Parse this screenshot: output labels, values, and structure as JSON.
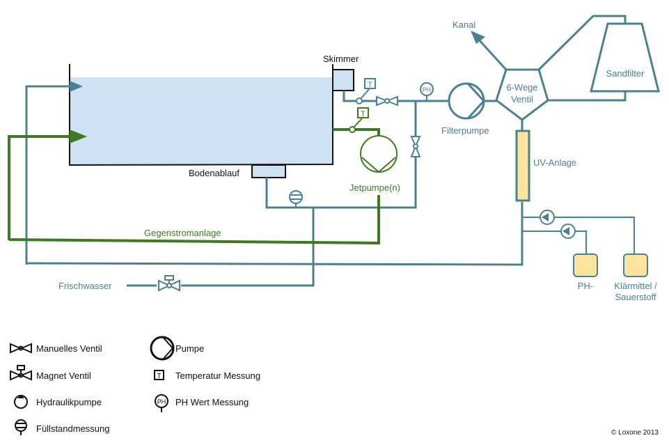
{
  "diagram": {
    "title": "Pool Wasserkreislauf",
    "colors": {
      "pipe": "#4a8191",
      "jet_pipe": "#3f7a22",
      "water": "#cfe2f3",
      "tank": "#fde49e",
      "outline": "#111111"
    },
    "labels": {
      "skimmer": "Skimmer",
      "bodenablauf": "Bodenablauf",
      "kanal": "Kanal",
      "sandfilter": "Sandfilter",
      "ventil_line1": "6-Wege",
      "ventil_line2": "Ventil",
      "filterpumpe": "Filterpumpe",
      "uv_anlage": "UV-Anlage",
      "jetpumpe": "Jetpumpe(n)",
      "gegenstrom": "Gegenstromanlage",
      "frischwasser": "Frischwasser",
      "ph_tank": "PH-",
      "klaer_line1": "Klärmittel /",
      "klaer_line2": "Sauerstoff",
      "temp_symbol": "T",
      "ph_symbol": "PH"
    },
    "legend": [
      {
        "icon": "manual-valve-icon",
        "label": "Manuelles Ventil"
      },
      {
        "icon": "magnet-valve-icon",
        "label": "Magnet Ventil"
      },
      {
        "icon": "hydraulic-pump-icon",
        "label": "Hydraulikpumpe"
      },
      {
        "icon": "level-measurement-icon",
        "label": "Füllstandmessung"
      },
      {
        "icon": "pump-icon",
        "label": "Pumpe"
      },
      {
        "icon": "temperature-sensor-icon",
        "label": "Temperatur Messung"
      },
      {
        "icon": "ph-sensor-icon",
        "label": "PH Wert Messung"
      }
    ],
    "copyright": "© Loxone 2013"
  }
}
